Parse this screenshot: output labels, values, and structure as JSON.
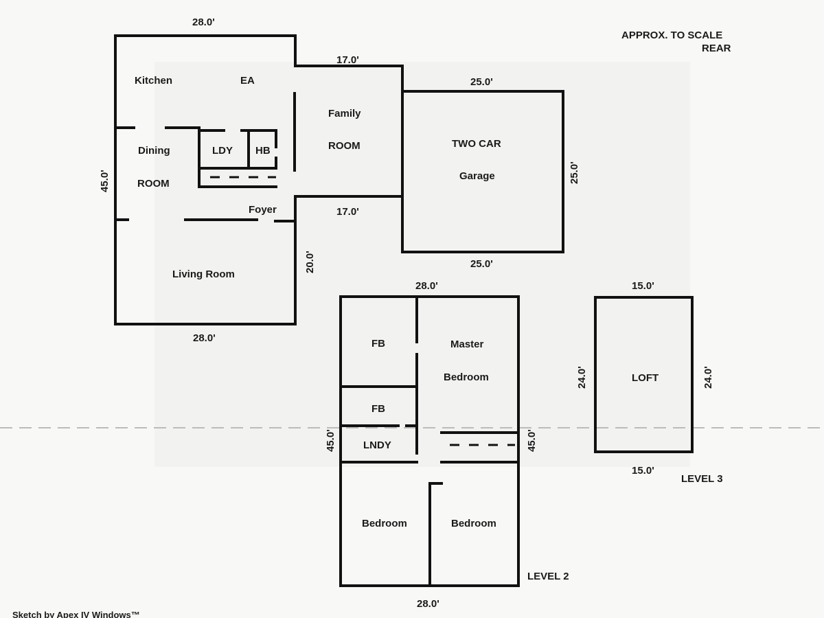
{
  "header": {
    "scale_note": "APPROX. TO SCALE",
    "orientation": "REAR"
  },
  "footer": {
    "credit": "Sketch by Apex IV Windows™"
  },
  "level1": {
    "rooms": {
      "kitchen": "Kitchen",
      "ea": "EA",
      "dining": "Dining",
      "dining_room": "ROOM",
      "ldy": "LDY",
      "hb": "HB",
      "family": "Family",
      "family_room": "ROOM",
      "foyer": "Foyer",
      "living": "Living Room",
      "garage_title": "TWO CAR",
      "garage": "Garage"
    },
    "dims": {
      "top": "28.0'",
      "family_top": "17.0'",
      "family_bottom": "17.0'",
      "left": "45.0'",
      "foyer_right": "20.0'",
      "bottom": "28.0'",
      "garage_top": "25.0'",
      "garage_right": "25.0'",
      "garage_bottom": "25.0'"
    }
  },
  "level2": {
    "label": "LEVEL 2",
    "rooms": {
      "fb1": "FB",
      "fb2": "FB",
      "lndy": "LNDY",
      "master": "Master",
      "master_bed": "Bedroom",
      "bed1": "Bedroom",
      "bed2": "Bedroom"
    },
    "dims": {
      "top": "28.0'",
      "bottom": "28.0'",
      "left": "45.0'",
      "right": "45.0'"
    }
  },
  "level3": {
    "label": "LEVEL 3",
    "rooms": {
      "loft": "LOFT"
    },
    "dims": {
      "top": "15.0'",
      "bottom": "15.0'",
      "left": "24.0'",
      "right": "24.0'"
    }
  }
}
